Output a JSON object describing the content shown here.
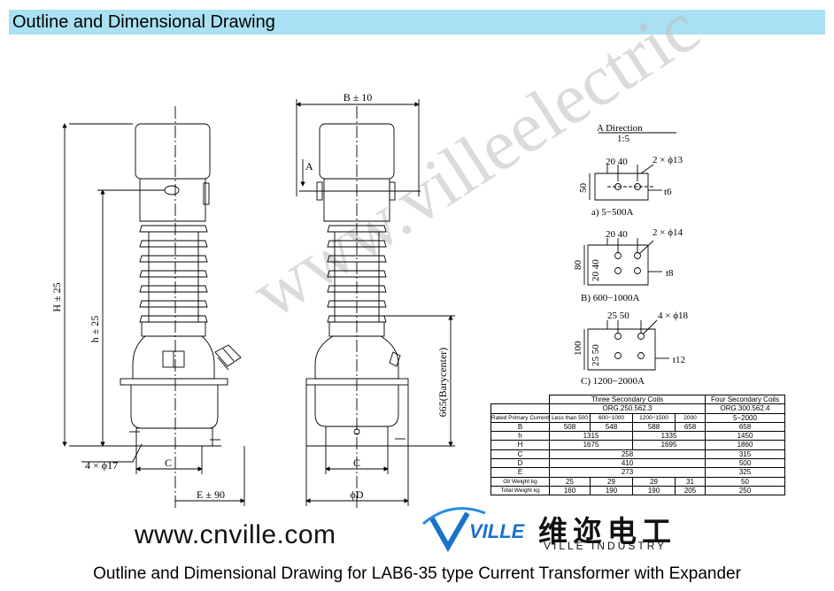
{
  "header": {
    "title": "Outline and Dimensional Drawing",
    "bar_color": "#a9e0f2"
  },
  "caption": "Outline and Dimensional Drawing for LAB6-35 type Current Transformer with Expander",
  "website": "www.cnville.com",
  "watermark": "www.villeelectric",
  "logo": {
    "brand": "VILLE",
    "cn": "维迩电工",
    "en": "VILLE INDUSTRY"
  },
  "front_view": {
    "dim_H": "H ± 25",
    "dim_h": "h ± 25",
    "holes": "4 × ϕ17",
    "dim_C": "C",
    "dim_E": "E ± 90"
  },
  "side_view": {
    "dim_B": "B ± 10",
    "arrow_A": "A",
    "barycenter": "665(Barycenter)",
    "dim_C": "C",
    "dim_D": "ϕD"
  },
  "details": {
    "direction": "A  Direction",
    "scale": "1:5",
    "a": {
      "pitch": "20 40",
      "holes": "2 × ϕ13",
      "height": "50",
      "thick": "t6",
      "label": "a)   5−500A"
    },
    "b": {
      "pitch": "20 40",
      "holes": "2 × ϕ14",
      "height": "80",
      "vpitch": "20 40",
      "thick": "t8",
      "label": "B)   600−1000A"
    },
    "c": {
      "pitch": "25 50",
      "holes": "4 × ϕ18",
      "height": "100",
      "vpitch": "25 50",
      "thick": "t12",
      "label": "C)   1200−2000A"
    }
  },
  "table": {
    "three_title": "Three Secondary Coils",
    "four_title": "Four Secondary Coils",
    "three_org": "ORG.250.562.3",
    "four_org": "ORG.300.562.4",
    "rated_label": "Rated Primary Current(A)",
    "currents": [
      "Less than 500",
      "600−1000",
      "1200−1500",
      "2000"
    ],
    "four_current": "5−2000",
    "rows": {
      "B": {
        "label": "B",
        "v": [
          "508",
          "548",
          "588",
          "658",
          "658"
        ]
      },
      "h": {
        "label": "h",
        "v": [
          "1315",
          "1335",
          "1450"
        ]
      },
      "H": {
        "label": "H",
        "v": [
          "1675",
          "1695",
          "1860"
        ]
      },
      "C": {
        "label": "C",
        "v": [
          "258",
          "315"
        ]
      },
      "D": {
        "label": "D",
        "v": [
          "410",
          "500"
        ]
      },
      "E": {
        "label": "E",
        "v": [
          "273",
          "325"
        ]
      },
      "oil": {
        "label": "Oil Weight kg",
        "v": [
          "25",
          "29",
          "29",
          "31",
          "50"
        ]
      },
      "total": {
        "label": "Total Weight kg",
        "v": [
          "160",
          "190",
          "190",
          "205",
          "250"
        ]
      }
    }
  }
}
